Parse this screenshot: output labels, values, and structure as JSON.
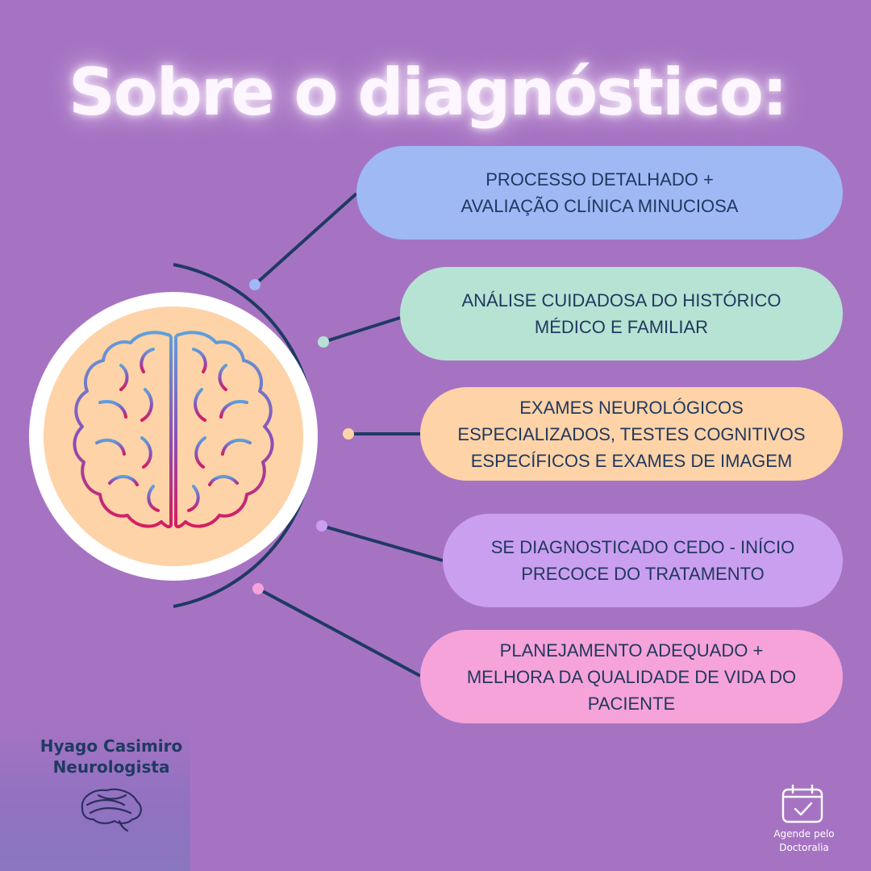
{
  "title": "Sobre o diagnóstico:",
  "steps": [
    {
      "text": "PROCESSO DETALHADO +\nAVALIAÇÃO CLÍNICA MINUCIOSA",
      "color": "#9fb9f5",
      "dot_color": "#9fb9f5"
    },
    {
      "text": "ANÁLISE CUIDADOSA DO HISTÓRICO\nMÉDICO E FAMILIAR",
      "color": "#b6e3d3",
      "dot_color": "#b6e3d3"
    },
    {
      "text": "EXAMES NEUROLÓGICOS\nESPECIALIZADOS, TESTES COGNITIVOS\nESPECÍFICOS E EXAMES DE IMAGEM",
      "color": "#fdd3a7",
      "dot_color": "#fdd3a7"
    },
    {
      "text": "SE DIAGNOSTICADO CEDO - INÍCIO\nPRECOCE DO TRATAMENTO",
      "color": "#ca9ff0",
      "dot_color": "#ca9ff0"
    },
    {
      "text": "PLANEJAMENTO ADEQUADO +\nMELHORA DA QUALIDADE DE VIDA DO\nPACIENTE",
      "color": "#f6a3d9",
      "dot_color": "#f6a3d9"
    }
  ],
  "brand": {
    "name": "Hyago Casimiro",
    "role": "Neurologista"
  },
  "cta": {
    "line1": "Agende pelo",
    "line2": "Doctoralia"
  },
  "icons": {
    "brain": "brain-icon",
    "brand_logo": "brain-outline-logo-icon",
    "calendar": "calendar-check-icon"
  },
  "colors": {
    "background": "#a673c3",
    "line": "#1f3a63",
    "text": "#21385f"
  }
}
